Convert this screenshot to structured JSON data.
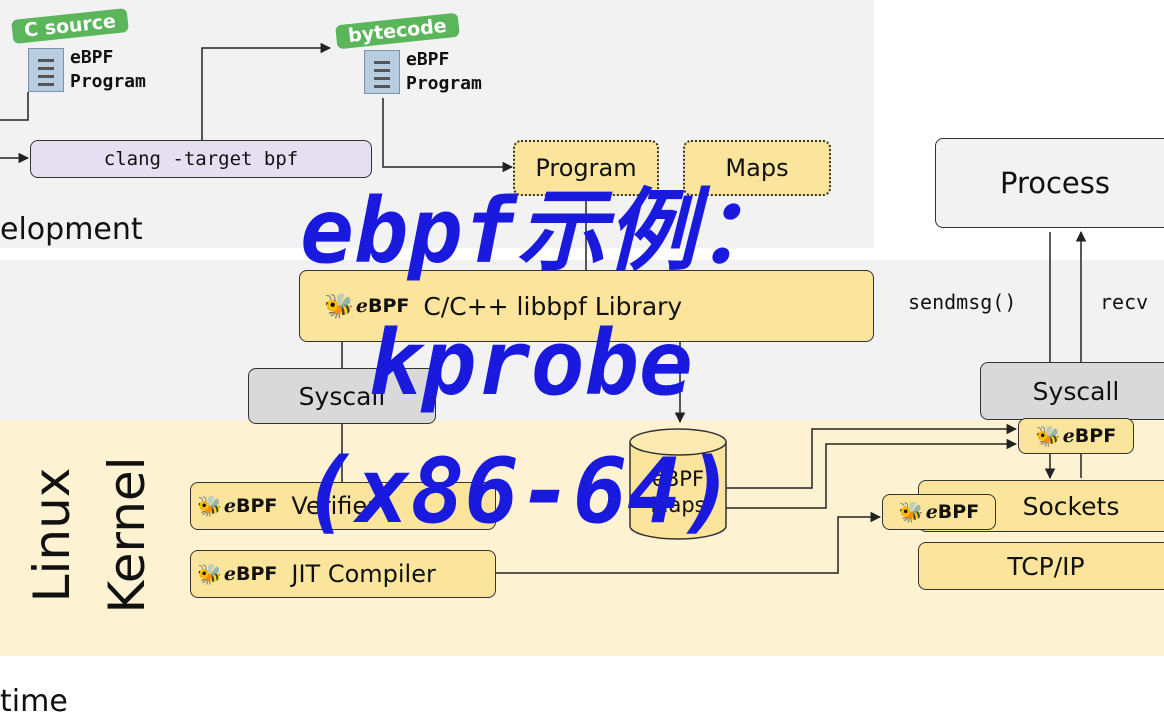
{
  "colors": {
    "kernel_band": "#fdf3d3",
    "gray_band": "#f2f2f2",
    "box_yellow": "#fbe49b",
    "box_gray": "#d9d9d9",
    "compiler_purple": "#e6dff2",
    "tag_green": "#5bb55b",
    "overlay_blue": "#1a1adf"
  },
  "tags": {
    "c_source": "C source",
    "bytecode": "bytecode"
  },
  "files": {
    "source": {
      "line1": "eBPF",
      "line2": "Program"
    },
    "bytecode": {
      "line1": "eBPF",
      "line2": "Program"
    }
  },
  "compiler": {
    "command": "clang -target bpf"
  },
  "labels": {
    "development": "elopment",
    "runtime": "time",
    "linux": "Linux",
    "kernel": "Kernel"
  },
  "components": {
    "program": "Program",
    "maps": "Maps",
    "libbpf": "C/C++ libbpf Library",
    "syscall_left": "Syscall",
    "syscall_right": "Syscall",
    "process": "Process",
    "sendmsg": "sendmsg()",
    "recv": "recv",
    "verifier": "Verifier",
    "jit": "JIT Compiler",
    "ebpf_maps_line1": "eBPF",
    "ebpf_maps_line2": "Maps",
    "sockets": "Sockets",
    "tcpip": "TCP/IP"
  },
  "logo": {
    "prefix": "e",
    "name": "BPF",
    "icon": "bee-icon"
  },
  "overlay": {
    "line1": "ebpf示例：",
    "line2": "kprobe",
    "line3": "(x86-64)"
  }
}
